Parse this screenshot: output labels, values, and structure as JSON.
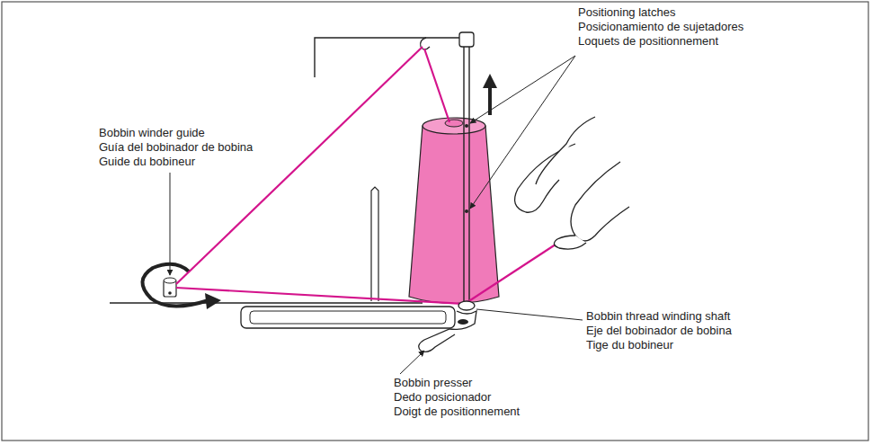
{
  "diagram": {
    "labels": [
      "Positioning latches",
      "Posicionamiento de sujetadores",
      "Loquets de positionnement",
      "Bobbin winder guide",
      "Guía del bobinador de bobina",
      "Guide du bobineur",
      "Bobbin thread winding shaft",
      "Eje del bobinador de bobina",
      "Tige du bobineur",
      "Bobbin presser",
      "Dedo posicionador",
      "Doigt de positionnement"
    ]
  }
}
